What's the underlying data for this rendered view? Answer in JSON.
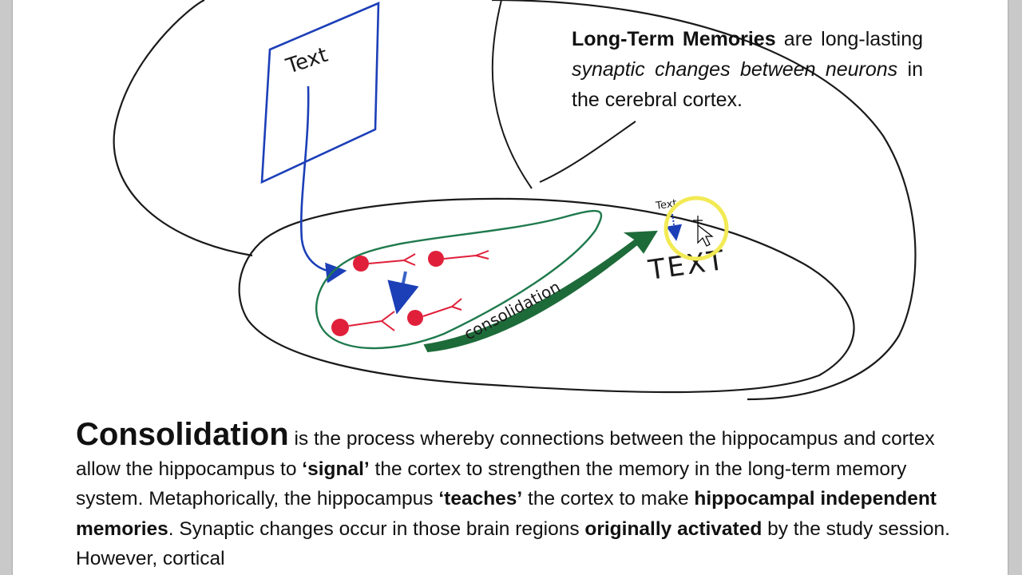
{
  "diagram": {
    "labels": {
      "cortex_box": "Text",
      "small_text": "Text",
      "big_text": "TEXT",
      "arrow_label": "consolidation"
    },
    "colors": {
      "outline": "#1a1a1a",
      "cortex_box": "#1c3fb8",
      "hippocampus": "#1f7a4d",
      "neuron": "#e0203a",
      "arrow": "#1e6b3a",
      "cursor_highlight": "#f2ea55"
    }
  },
  "caption": {
    "term": "Long-Term Memories",
    "t1": " are long-lasting ",
    "emph": "synaptic changes between neurons",
    "t2": " in the cerebral cortex."
  },
  "body": {
    "lead": "Consolidation",
    "p1": " is the process whereby connections between the hippocampus and cortex allow the hippocampus to ",
    "b1": "‘signal’",
    "p2": " the cortex to strengthen the memory in the long-term memory system.  Metaphorically, the hippocampus ",
    "b2": "‘teaches’",
    "p3": " the cortex to make ",
    "b3": "hippocampal independent memories",
    "p4": ".  Synaptic changes occur in those brain regions ",
    "b4": "originally activated",
    "p5": " by the study session.  However, cortical"
  }
}
